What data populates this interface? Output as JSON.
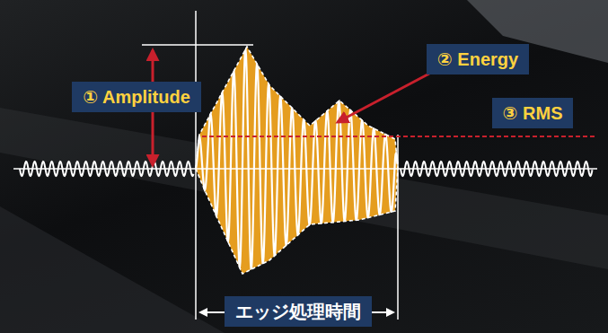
{
  "diagram": {
    "nodes": [
      {
        "text": [
          "① Amplitude"
        ]
      },
      {
        "text": [
          "② Energy"
        ]
      },
      {
        "text": [
          "③ RMS"
        ]
      },
      {
        "text": [
          "エッジ処理時間"
        ]
      }
    ]
  }
}
